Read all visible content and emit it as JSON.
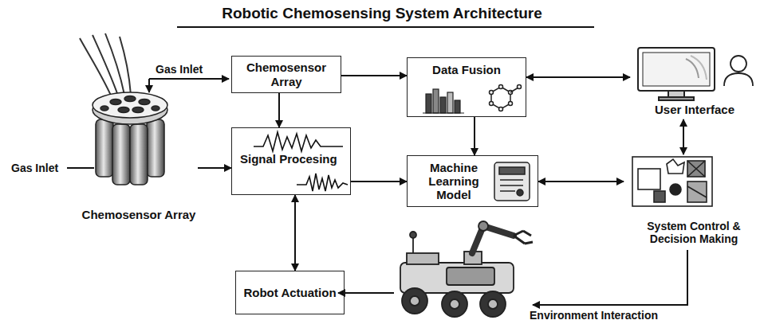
{
  "diagram": {
    "title": "Robotic Chemosensing System Architecture",
    "nodes": [
      {
        "text": [
          "Chemosensor Array"
        ]
      },
      {
        "text": [
          "Data Fusion"
        ]
      },
      {
        "text": [
          "User Interface"
        ]
      },
      {
        "text": [
          "Chemosensor Array"
        ]
      },
      {
        "text": [
          "Signal Procesing"
        ]
      },
      {
        "text": [
          "Machine Learning Model"
        ]
      },
      {
        "text": [
          "System Control & Decision Making"
        ]
      },
      {
        "text": [
          "Robot Actuation"
        ]
      }
    ],
    "edges": [
      {
        "from": 0,
        "to": 1,
        "arrow": "to"
      },
      {
        "from": 0,
        "to": 4,
        "arrow": "to"
      },
      {
        "from": 3,
        "to": 4,
        "arrow": "to"
      },
      {
        "from": 4,
        "to": 5,
        "arrow": "to"
      },
      {
        "from": 1,
        "to": 5,
        "arrow": "to"
      },
      {
        "from": 1,
        "to": 2,
        "arrow": "both"
      },
      {
        "from": 5,
        "to": 6,
        "arrow": "both"
      },
      {
        "from": 2,
        "to": 6,
        "arrow": "both"
      },
      {
        "from": 4,
        "to": 7,
        "arrow": "both"
      }
    ],
    "labels": [
      "Gas Inlet",
      "Gas Inlet",
      "Environment Interaction"
    ]
  }
}
